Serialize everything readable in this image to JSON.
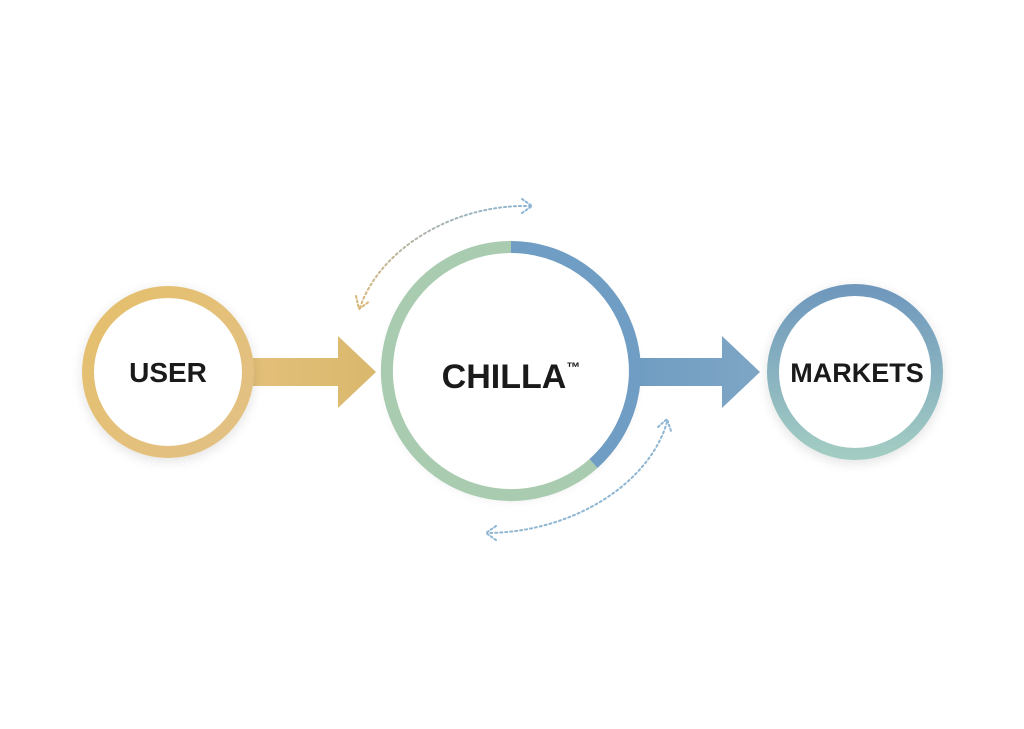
{
  "diagram": {
    "nodes": {
      "user": {
        "label": "USER"
      },
      "chilla": {
        "label": "CHILLA",
        "trademark": "™"
      },
      "markets": {
        "label": "MARKETS"
      }
    }
  },
  "colors": {
    "user_ring": "#E3BE6E",
    "user_arrow": "#DDBA6E",
    "chilla_ring_green": "#A9CBB0",
    "chilla_ring_blue": "#6F9DC3",
    "markets_ring_blue": "#7BA0C0",
    "markets_ring_teal": "#96C3BE",
    "markets_arrow": "#7CA3C3",
    "cycle_arrow_top": "#9BBBD4",
    "cycle_arrow_bottom": "#8FB6D2",
    "label_text": "#1a1a1a"
  }
}
